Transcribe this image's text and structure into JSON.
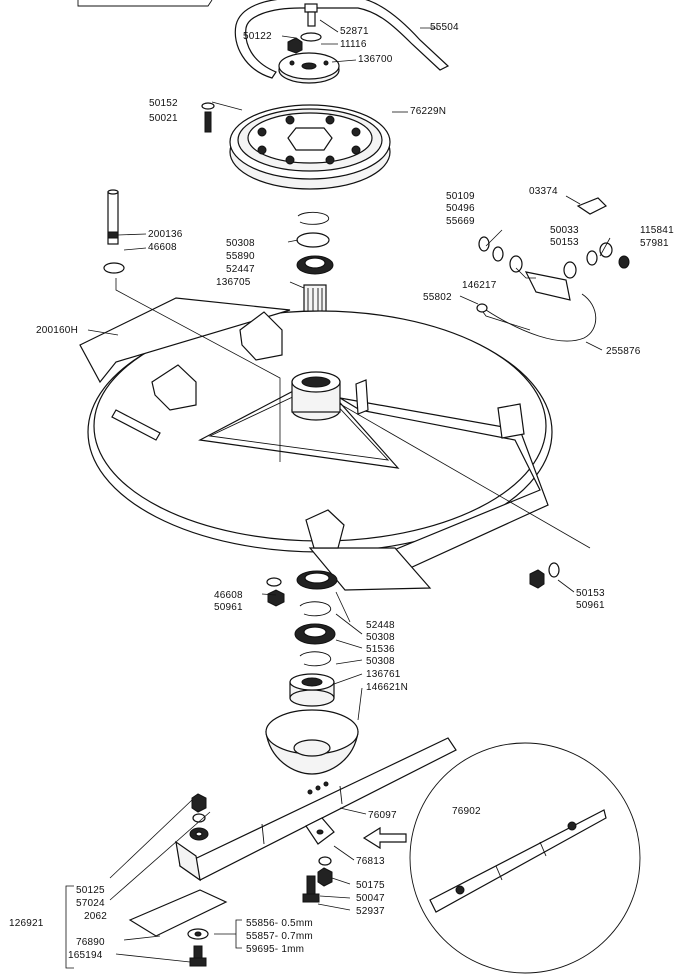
{
  "labels": {
    "p52871": "52871",
    "p50122": "50122",
    "p11116": "11116",
    "p55504": "55504",
    "p136700": "136700",
    "p50152": "50152",
    "p50021": "50021",
    "p76229N": "76229N",
    "p03374": "03374",
    "p50109": "50109",
    "p50496": "50496",
    "p55669": "55669",
    "p115841": "115841",
    "p50033": "50033",
    "p50153a": "50153",
    "p57981": "57981",
    "p200136": "200136",
    "p46608a": "46608",
    "p50308a": "50308",
    "p55890": "55890",
    "p52447": "52447",
    "p136705": "136705",
    "p146217": "146217",
    "p55802": "55802",
    "p200160H": "200160H",
    "p255876": "255876",
    "p46608b": "46608",
    "p50961a": "50961",
    "p50153b": "50153",
    "p50961b": "50961",
    "p52448": "52448",
    "p50308b": "50308",
    "p51536": "51536",
    "p50308c": "50308",
    "p136761": "136761",
    "p146621N": "146621N",
    "p76902": "76902",
    "p76097": "76097",
    "p76813": "76813",
    "p50125": "50125",
    "p57024": "57024",
    "p2062": "2062",
    "p126921": "126921",
    "p76890": "76890",
    "p165194": "165194",
    "p50175": "50175",
    "p50047": "50047",
    "p52937": "52937",
    "p55856": "55856- 0.5mm",
    "p55857": "55857- 0.7mm",
    "p59695": "59695- 1mm"
  }
}
